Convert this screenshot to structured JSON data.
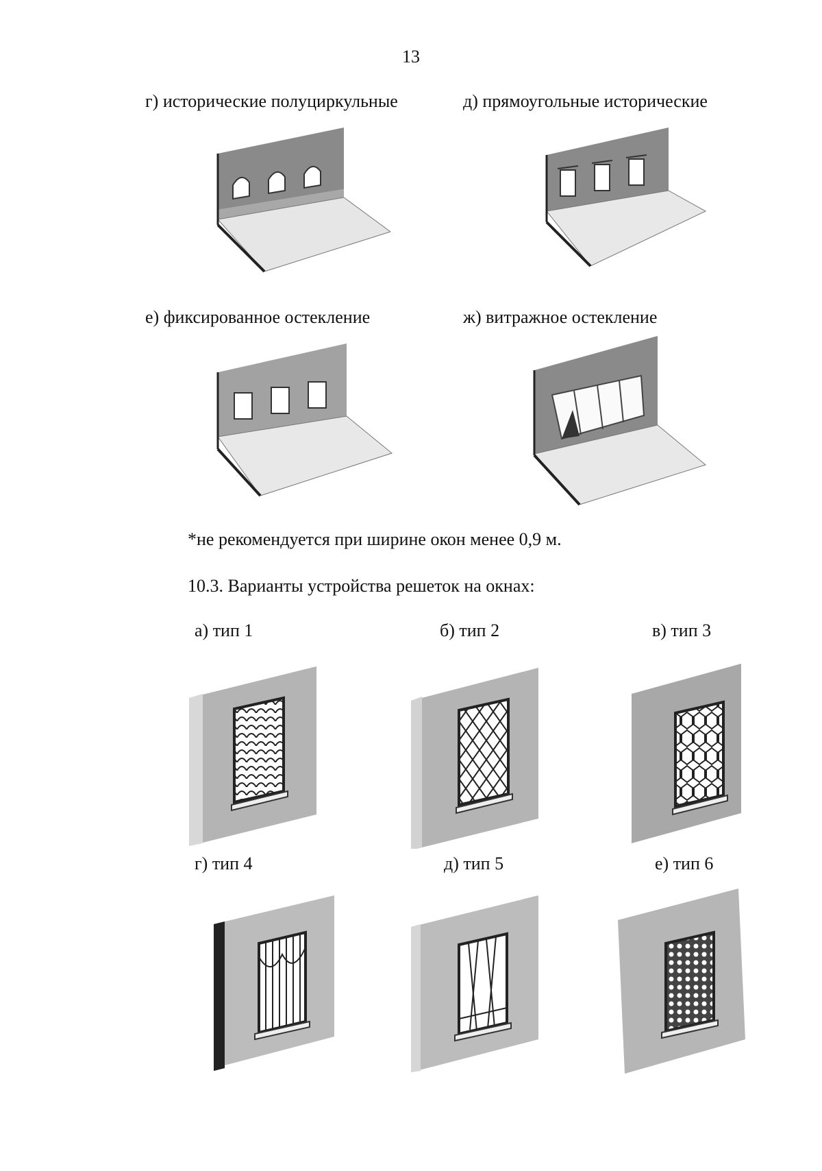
{
  "page_number": "13",
  "window_variants": [
    {
      "caption": "г) исторические полуциркульные",
      "shape": "arch"
    },
    {
      "caption": "д) прямоугольные исторические",
      "shape": "rect-framed"
    },
    {
      "caption": "е) фиксированное остекление",
      "shape": "rect"
    },
    {
      "caption": "ж) витражное остекление",
      "shape": "stained"
    }
  ],
  "footnote": "*не рекомендуется при ширине окон менее 0,9 м.",
  "section_heading": "10.3. Варианты устройства решеток на окнах:",
  "grille_variants": [
    {
      "caption": "а) тип 1",
      "pattern": "scales"
    },
    {
      "caption": "б) тип 2",
      "pattern": "rhombus"
    },
    {
      "caption": "в) тип 3",
      "pattern": "hexagon"
    },
    {
      "caption": "г) тип 4",
      "pattern": "bars-arched"
    },
    {
      "caption": "д) тип 5",
      "pattern": "bars-crossed"
    },
    {
      "caption": "е) тип 6",
      "pattern": "lattice"
    }
  ]
}
